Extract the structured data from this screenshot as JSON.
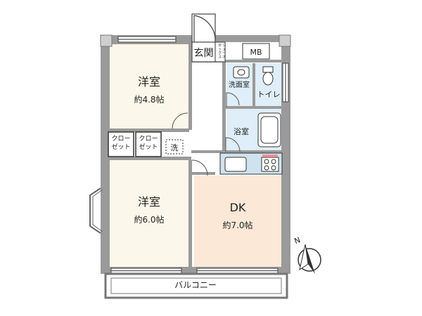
{
  "rooms": {
    "west_room_top": {
      "name": "洋室",
      "area": "約4.8帖"
    },
    "west_room_bottom": {
      "name": "洋室",
      "area": "約6.0帖"
    },
    "dk": {
      "name": "DK",
      "area": "約7.0帖"
    },
    "entrance": "玄関",
    "washroom": "洗面室",
    "toilet": "トイレ",
    "bathroom": "浴室",
    "balcony": "バルコニー",
    "mb": "MB",
    "shoes_box": "シューズボックス",
    "closet_1": "クローゼット",
    "closet_2": "クローゼット",
    "washer": "洗"
  },
  "compass": {
    "label": "N"
  },
  "colors": {
    "wall": "#9a9a9a",
    "wall_dark": "#777777",
    "dk_floor": "#fbe8d7",
    "room_floor": "#fbf7ea",
    "wet_floor": "#dfeef8",
    "kitchen": "#cfe3ee"
  }
}
